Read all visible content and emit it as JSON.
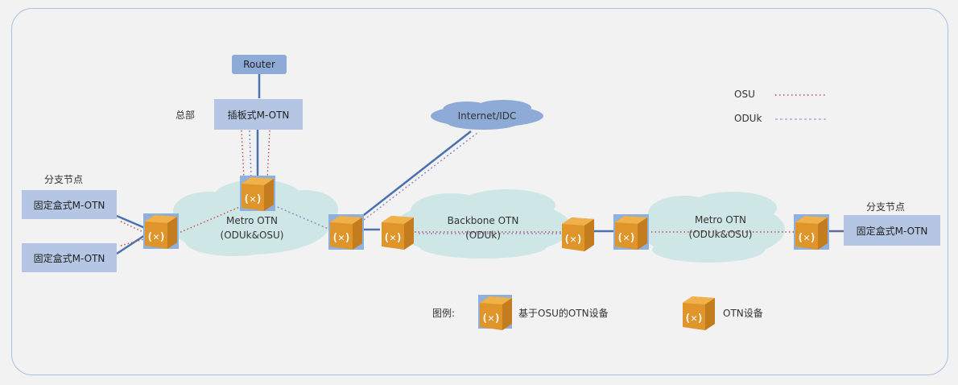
{
  "hq": {
    "label": "总部",
    "router": "Router",
    "device": "插板式M-OTN"
  },
  "internet": {
    "label": "Internet/IDC"
  },
  "branch_left": {
    "label": "分支节点",
    "devices": [
      "固定盒式M-OTN",
      "固定盒式M-OTN"
    ]
  },
  "branch_right": {
    "label": "分支节点",
    "device": "固定盒式M-OTN"
  },
  "clouds": {
    "metro_left": [
      "Metro OTN",
      "(ODUk&OSU)"
    ],
    "backbone": [
      "Backbone OTN",
      "(ODUk)"
    ],
    "metro_right": [
      "Metro OTN",
      "(ODUk&OSU)"
    ]
  },
  "line_legend": [
    {
      "label": "OSU",
      "color": "#c0504d",
      "style": "dotted"
    },
    {
      "label": "ODUk",
      "color": "#b4a7d6",
      "style": "dashed"
    }
  ],
  "device_legend": {
    "title": "图例:",
    "items": [
      {
        "label": "基于OSU的OTN设备",
        "icon": "osu-otn-device-icon"
      },
      {
        "label": "OTN设备",
        "icon": "otn-device-icon"
      }
    ]
  },
  "colors": {
    "link": "#4a72b0",
    "cloud": "#cfe6e6",
    "internet_cloud": "#8eaad6",
    "device": "#e49b2a",
    "osu_device_bg": "#8eb0dc",
    "box": "#b4c6e4"
  }
}
